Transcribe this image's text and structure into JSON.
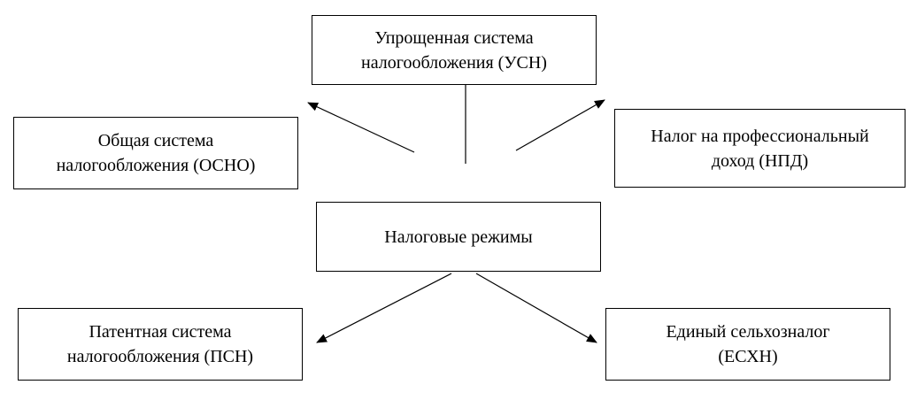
{
  "diagram": {
    "center": {
      "label": "Налоговые режимы"
    },
    "usn": {
      "line1": "Упрощенная система",
      "line2": "налогообложения (УСН)"
    },
    "osno": {
      "line1": "Общая система",
      "line2": "налогообложения (ОСНО)"
    },
    "npd": {
      "line1": "Налог на профессиональный",
      "line2": "доход (НПД)"
    },
    "psn": {
      "line1": "Патентная система",
      "line2": "налогообложения (ПСН)"
    },
    "eshn": {
      "line1": "Единый сельхозналог",
      "line2": "(ЕСХН)"
    }
  }
}
